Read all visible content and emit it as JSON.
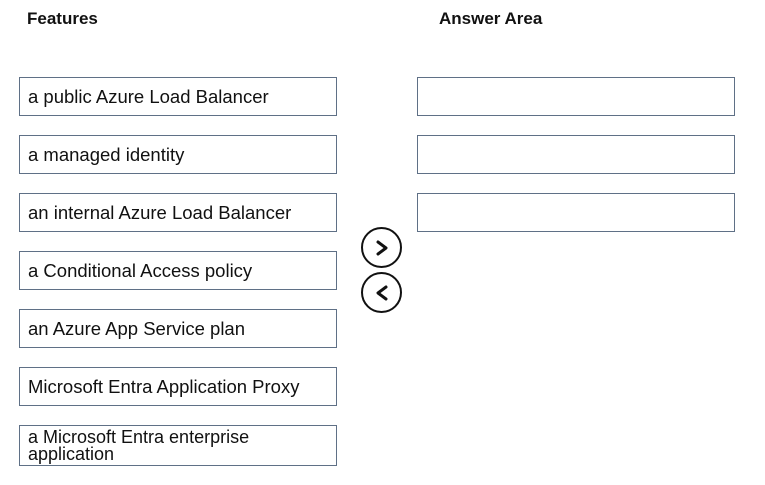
{
  "headers": {
    "features": "Features",
    "answer_area": "Answer Area"
  },
  "features": [
    "a public Azure Load Balancer",
    "a managed identity",
    "an internal Azure Load Balancer",
    "a Conditional Access policy",
    "an Azure App Service plan",
    "Microsoft Entra Application Proxy",
    "a Microsoft Entra enterprise application"
  ],
  "answers": [
    "",
    "",
    ""
  ],
  "buttons": {
    "move_right": "chevron-right-icon",
    "move_left": "chevron-left-icon"
  }
}
